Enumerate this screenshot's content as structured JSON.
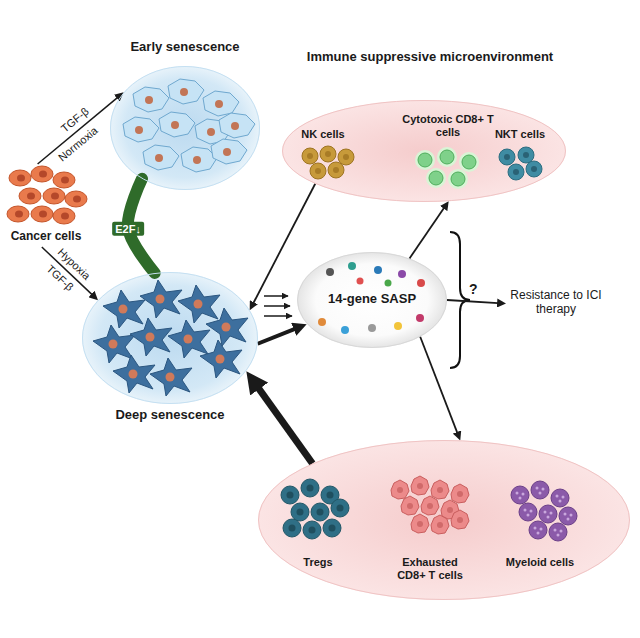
{
  "diagram": {
    "nodes": [
      {
        "text": [
          "Early senescence"
        ]
      },
      {
        "text": [
          "Cancer cells"
        ]
      },
      {
        "text": [
          "Deep senescence"
        ]
      },
      {
        "text": [
          "NK cells",
          "Cytotoxic CD8+ T cells",
          "NKT cells"
        ]
      },
      {
        "text": [
          "14-gene SASP"
        ]
      },
      {
        "text": [
          "Resistance to ICI therapy"
        ]
      },
      {
        "text": [
          "Tregs",
          "Exhausted CD8+ T cells",
          "Myeloid cells"
        ]
      }
    ],
    "edges": [
      {
        "from": 1,
        "to": 0,
        "label": "TGF-β",
        "arrow": "to"
      },
      {
        "from": 1,
        "to": 2,
        "label": "TGF-β",
        "arrow": "to"
      },
      {
        "from": 2,
        "to": 0,
        "label": "E2F↓",
        "arrow": "none"
      },
      {
        "from": 3,
        "to": 2,
        "arrow": "to"
      },
      {
        "from": 2,
        "to": 4,
        "arrow": "to"
      },
      {
        "from": 4,
        "to": 3,
        "arrow": "to"
      },
      {
        "from": 4,
        "to": 6,
        "arrow": "to"
      },
      {
        "from": 6,
        "to": 2,
        "arrow": "to"
      },
      {
        "from": 4,
        "to": 5,
        "label": "?",
        "arrow": "to"
      }
    ],
    "labels": [
      "Immune suppressive microenvironment",
      "Normoxia",
      "Hypoxia"
    ]
  }
}
